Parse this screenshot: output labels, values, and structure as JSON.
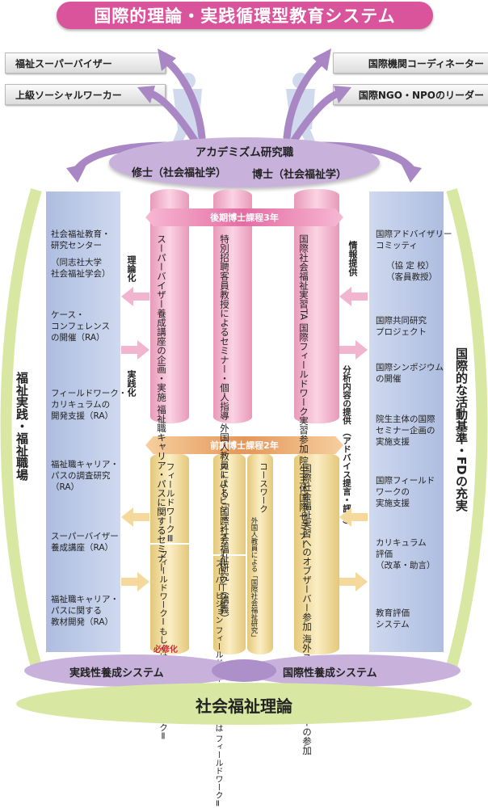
{
  "title": "国際的理論・実践循環型教育システム",
  "top_left_tags": [
    "福祉スーパーバイザー",
    "上級ソーシャルワーカー"
  ],
  "top_right_tags": [
    "国際機関コーディネーター",
    "国際NGO・NPOのリーダー"
  ],
  "academism": {
    "title": "アカデミズム研究職",
    "masters": "修士（社会福祉学）",
    "doctor": "博士（社会福祉学）"
  },
  "left_panel": {
    "vertical_label": "福祉実践・福祉職場",
    "items": [
      "社会福祉教育・\n研究センター",
      "（同志社大学\n社会福祉学会）",
      "ケース・\nコンフェレンス\nの開催（RA）",
      "フィールドワーク・\nカリキュラムの\n開発支援（RA）",
      "福祉職キャリア・\nパスの調査研究\n（RA）",
      "スーパーバイザー\n養成講座（RA）",
      "福祉職キャリア・\nパスに関する\n教材開発（RA）"
    ]
  },
  "right_panel": {
    "vertical_label": "国際的な活動基準・FDの充実",
    "items": [
      "国際アドバイザリー\nコミッティ",
      "（協 定 校）\n（客員教授）",
      "国際共同研究\nプロジェクト",
      "国際シンポジウム\nの開催",
      "院生主体の国際\nセミナー企画の\n実施支援",
      "国際フィールド\nワークの\n実施支援",
      "カリキュラム\n評価\n（改革・助言）",
      "教育評価\nシステム"
    ]
  },
  "flow_labels": {
    "theory": "理論化",
    "practice": "実践化",
    "info": "情報提供",
    "analysis": "分析内容の提供\n（アドバイス提言・評価）"
  },
  "bands": {
    "late": "後期博士課程3年",
    "early": "前期博士課程2年"
  },
  "late_columns": [
    "スーパーバイザー養成講座の企画・実施\n福祉職キャリア・パスに関するセミナー",
    "特別招聘客員教授によるセミナー・個人指導\n外国人教員による「国際社会福祉研究」（講義）",
    "国際社会福祉実習TA\n国際フィールドワーク実習参加\n院生主体国際セミナー"
  ],
  "early_columns": {
    "fw3": "フィールドワークⅢ",
    "fw12": "フィールドワークⅠもしくは\nフィールドワークⅡ",
    "required": "必修化",
    "sv3": "スーパービジョン\nフィールドワークⅢ",
    "sv12": "スーパービジョン\nフィールドワークⅠもしくは\nフィールドワークⅡ",
    "coursework": "コースワーク",
    "coursework_sub": "外国人教員による「国際社会福祉研究」",
    "observer": "国際社会福祉実習へのオブザーバー参加\n海外スタディ・ツアーの参加"
  },
  "bottom": {
    "left_system": "実践性養成システム",
    "right_system": "国際性養成システム",
    "foundation": "社会福祉理論"
  },
  "colors": {
    "title": "#d9549a",
    "pink_column": "#f4b6cf",
    "yellow_column": "#f3e0a0",
    "purple": "#a887c4",
    "side_panel": "#b9c6e4",
    "green": "#d8e8a2"
  }
}
